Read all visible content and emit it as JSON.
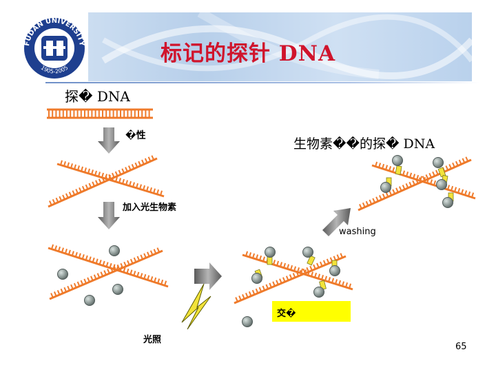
{
  "slide": {
    "title": "标记的探针 DNA",
    "page_number": "65"
  },
  "logo": {
    "arc_text": "FUDAN UNIVERSITY",
    "years": "1905-2005"
  },
  "labels": {
    "probe_dna": "探� DNA",
    "property": "�性",
    "biotin_probe": "生物素��的探� DNA",
    "add_photobiotin": "加入光生物素",
    "washing": "washing",
    "crosslink": "交�",
    "illumination": "光照"
  },
  "colors": {
    "title": "#d0142c",
    "dna_strand": "#ef7a2a",
    "crosslink_box": "#ffff00",
    "linker": "#f2e33a",
    "biotin_ball": "#8f9b98",
    "arrow": "#808080",
    "lightning": "#f2e33a"
  },
  "icons": [
    "down-arrow-icon",
    "right-arrow-icon",
    "up-right-arrow-icon",
    "lightning-icon",
    "biotin-molecule-icon",
    "dna-double-strand-icon"
  ]
}
